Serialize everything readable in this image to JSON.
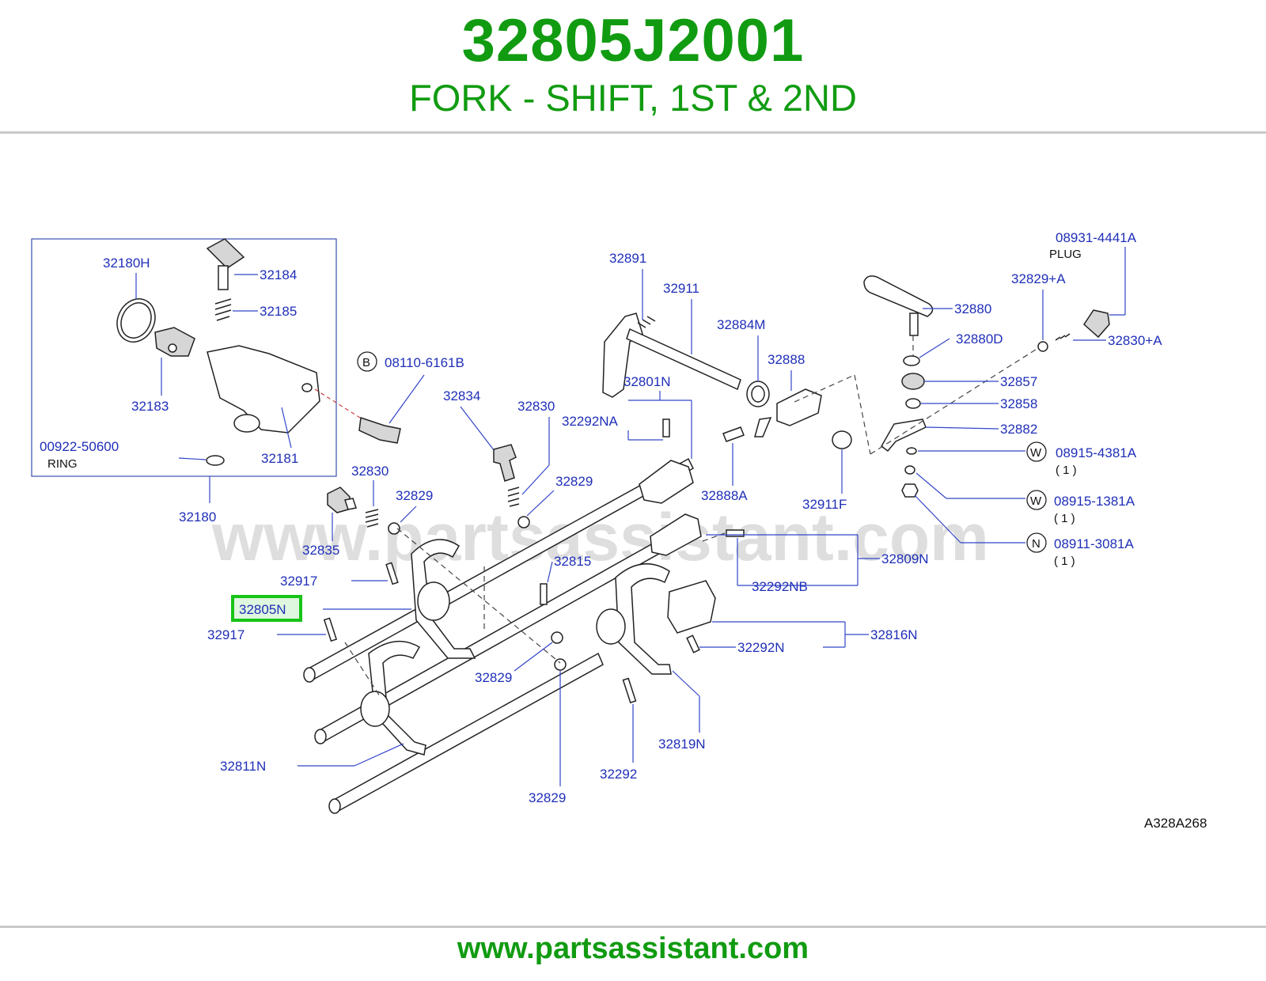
{
  "header": {
    "part_number": "32805J2001",
    "description": "FORK - SHIFT, 1ST & 2ND"
  },
  "watermark": "www.partsassistant.com",
  "footer": {
    "url": "www.partsassistant.com"
  },
  "diagram": {
    "code": "A328A268",
    "highlighted_part": "32805N",
    "labels": {
      "p32180H": "32180H",
      "p32184": "32184",
      "p32185": "32185",
      "p32183": "32183",
      "p32181": "32181",
      "p00922": "00922-50600",
      "ring": "RING",
      "p32180": "32180",
      "p08110": "08110-6161B",
      "p32834": "32834",
      "p32830a": "32830",
      "p32830b": "32830",
      "p32829a": "32829",
      "p32829b": "32829",
      "p32835": "32835",
      "p32917a": "32917",
      "p32805N": "32805N",
      "p32917b": "32917",
      "p32891": "32891",
      "p32911": "32911",
      "p32801N": "32801N",
      "p32292NA": "32292NA",
      "p32884M": "32884M",
      "p32888": "32888",
      "p32888A": "32888A",
      "p32911F": "32911F",
      "p32815": "32815",
      "p32809N": "32809N",
      "p32292NB": "32292NB",
      "p32816N": "32816N",
      "p32292N": "32292N",
      "p32829c": "32829",
      "p32811N": "32811N",
      "p32819N": "32819N",
      "p32292": "32292",
      "p32829d": "32829",
      "p08931": "08931-4441A",
      "plug": "PLUG",
      "p32829A": "32829+A",
      "p32880": "32880",
      "p32830A": "32830+A",
      "p32880D": "32880D",
      "p32857": "32857",
      "p32858": "32858",
      "p32882": "32882",
      "p08915a": "08915-4381A",
      "p08915b": "08915-1381A",
      "p08911": "08911-3081A",
      "qty1": "( 1 )",
      "qty2": "( 1 )",
      "qty3": "( 1 )"
    },
    "symbols": {
      "B": "B",
      "W1": "W",
      "W2": "W",
      "N": "N"
    }
  },
  "colors": {
    "title_green": "#119b11",
    "label_blue": "#1f2fb8",
    "highlight_green": "#17c417"
  }
}
